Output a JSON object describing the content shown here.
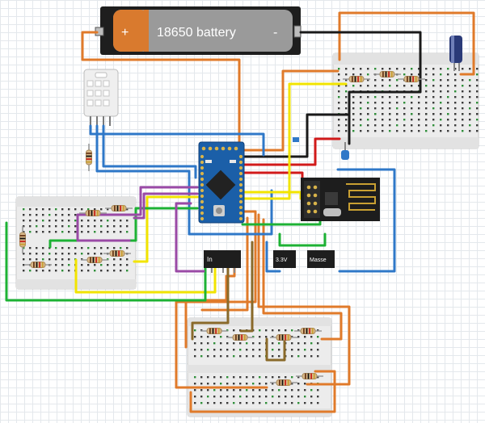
{
  "battery": {
    "plus": "+",
    "name": "18650 battery",
    "minus": "-"
  },
  "modules": {
    "in_label": "In",
    "v33_label": "3.3V",
    "masse_label": "Masse"
  },
  "colors": {
    "orange": "#e07a2a",
    "blue": "#2f78c8",
    "yellow": "#f2e400",
    "green": "#1db234",
    "purple": "#9a4aa6",
    "black": "#1a1a1a",
    "red": "#d11a1a",
    "brown": "#8a6a2a",
    "board_blue": "#1b5fa8"
  }
}
